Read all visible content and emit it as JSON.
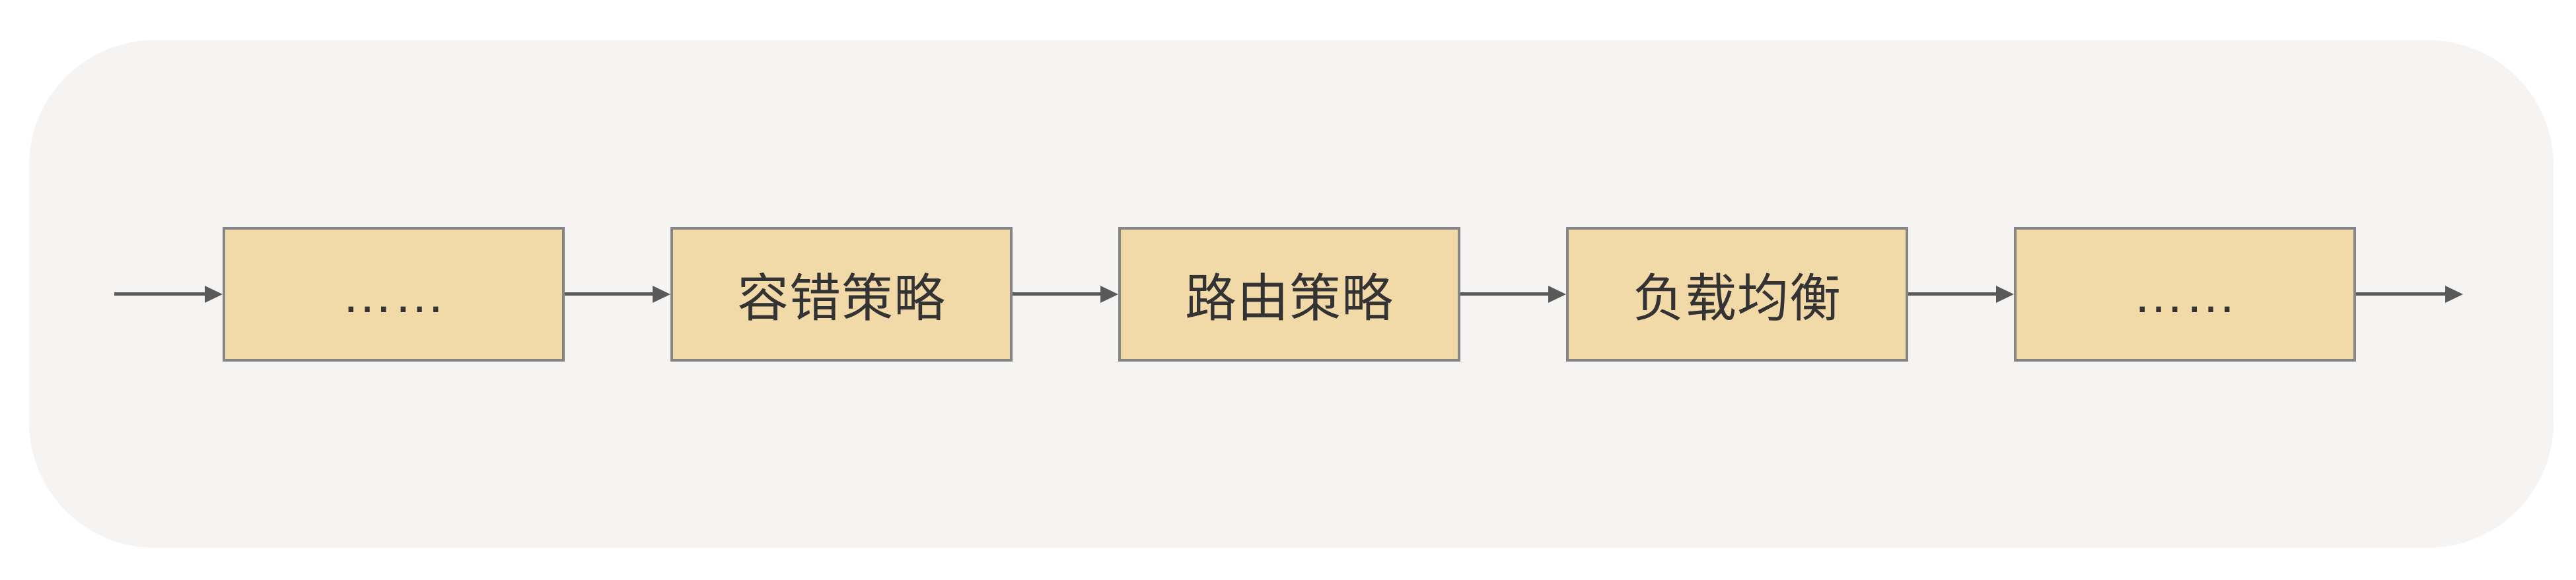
{
  "diagram": {
    "description": "horizontal-flow-chain",
    "nodes": [
      {
        "label": "……"
      },
      {
        "label": "容错策略"
      },
      {
        "label": "路由策略"
      },
      {
        "label": "负载均衡"
      },
      {
        "label": "……"
      }
    ],
    "connectors": {
      "style": "right-arrow",
      "count": 6
    },
    "colors": {
      "page_background": "#FFFFFF",
      "panel_background": "#F5F4F2",
      "node_fill": "#F2D9A8",
      "node_border": "#858585",
      "arrow": "#595959",
      "text": "#333333"
    }
  }
}
